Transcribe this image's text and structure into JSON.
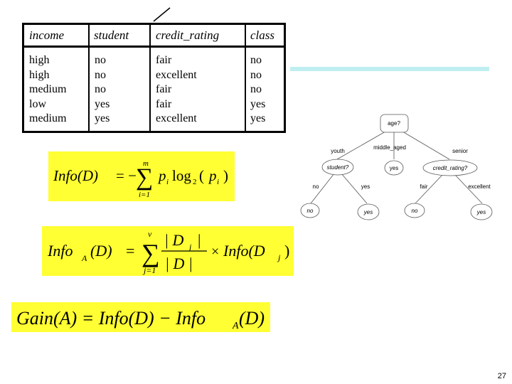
{
  "table": {
    "headers": [
      "income",
      "student",
      "credit_rating",
      "class"
    ],
    "columns": [
      [
        "high",
        "high",
        "medium",
        "low",
        "medium"
      ],
      [
        "no",
        "no",
        "no",
        "yes",
        "yes"
      ],
      [
        "fair",
        "excellent",
        "fair",
        "fair",
        "excellent"
      ],
      [
        "no",
        "no",
        "no",
        "yes",
        "yes"
      ]
    ]
  },
  "formulas": {
    "info": {
      "lhs": "Info(D)",
      "op": "= −",
      "sum_upper": "m",
      "sum_lower": "i=1",
      "term": "p",
      "term_sub": "i",
      "log": "log",
      "log_base": "2",
      "paren_open": "(",
      "arg": "p",
      "arg_sub": "i",
      "paren_close": ")"
    },
    "info_a": {
      "lhs": "Info",
      "lhs_sub": "A",
      "lhs_arg": "(D)",
      "op": "=",
      "sum_upper": "v",
      "sum_lower": "j=1",
      "numerator": "| D",
      "numerator_sub": "j",
      "numerator_end": "|",
      "denominator": "| D |",
      "times": "×",
      "rhs": "Info(D",
      "rhs_sub": "j",
      "rhs_end": ")"
    },
    "gain": {
      "text": "Gain(A) = Info(D) − Info",
      "sub": "A",
      "end": "(D)"
    }
  },
  "tree": {
    "root": "age?",
    "branches": [
      "youth",
      "middle_aged",
      "senior"
    ],
    "mid_nodes": [
      "student?",
      "yes",
      "credit_rating?"
    ],
    "left_branches": [
      "no",
      "yes"
    ],
    "right_branches": [
      "fair",
      "excellent"
    ],
    "leaves": [
      "no",
      "yes",
      "no",
      "yes"
    ]
  },
  "page_number": "27",
  "colors": {
    "formula_bg": "#ffff33",
    "rule": "#bfeef0"
  }
}
